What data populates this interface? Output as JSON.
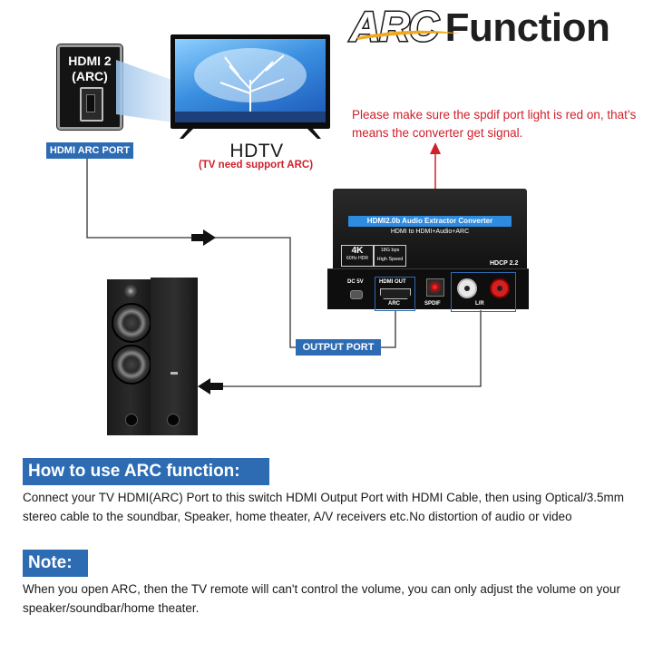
{
  "title": {
    "part1": "ARC",
    "part2": "Function"
  },
  "hdmi_port": {
    "label": "HDMI 2\n(ARC)",
    "tag": "HDMI ARC PORT"
  },
  "tv": {
    "title": "HDTV",
    "subtitle": "(TV need support ARC)"
  },
  "signal_note": "Please make sure the spdif port light is red on, that’s means the converter get signal.",
  "converter": {
    "title": "HDMI2.0b Audio Extractor Converter",
    "subtitle": "HDMI to HDMI+Audio+ARC",
    "badge_4k": "4K",
    "badge_4k_sub": "60Hz  HDR",
    "badge_speed_line1": "18G bps",
    "badge_speed_line2": "High Speed",
    "hdcp": "HDCP 2.2",
    "dc_label": "DC 5V",
    "hdmi_out_label": "HDMI OUT",
    "arc_label": "ARC",
    "spdif_label": "SPDIF",
    "lr_label": "L/R"
  },
  "output_port_tag": "OUTPUT PORT",
  "howto": {
    "heading": "How to use ARC function:",
    "text": "Connect your TV HDMI(ARC) Port to this switch HDMI Output Port with HDMI Cable, then using Optical/3.5mm stereo cable to the soundbar, Speaker, home theater, A/V receivers etc.No distortion of audio or video"
  },
  "note": {
    "heading": "Note:",
    "text": "When you open ARC, then the TV remote will can't control the volume, you can only adjust the volume on your speaker/soundbar/home theater."
  },
  "colors": {
    "accent_blue": "#2d6bb3",
    "note_red": "#d0202a",
    "spdif_led": "#ff2020"
  }
}
